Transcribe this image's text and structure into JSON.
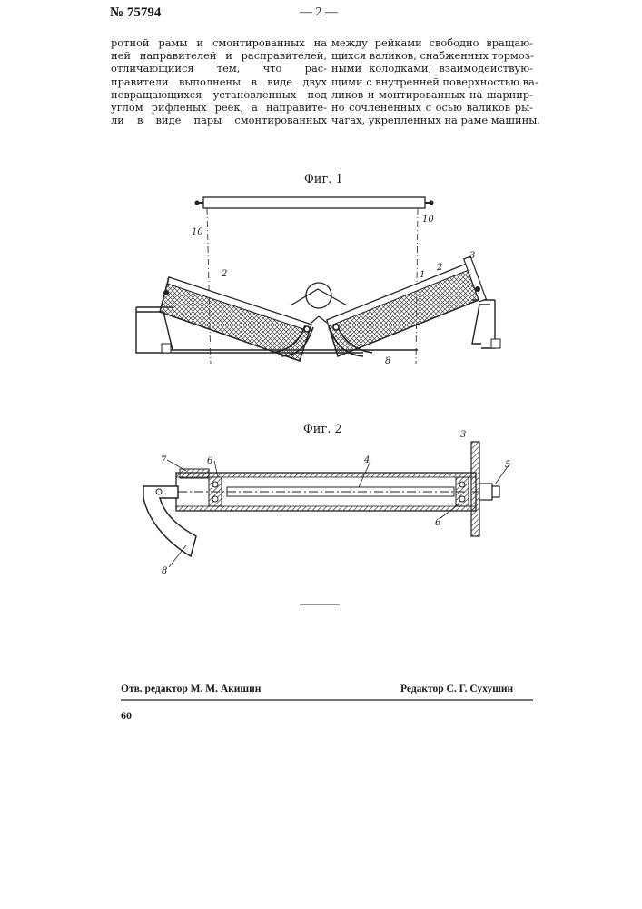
{
  "header": {
    "patent_number": "№ 75794",
    "page_number": "— 2 —"
  },
  "column_left": [
    "ротной рамы и смонтированных на",
    "ней направителей и расправителей,",
    "отличающийся тем, что рас-",
    "правители выполнены в виде двух",
    "невращающихся установленных под",
    "углом рифленых реек, а направите-",
    "ли в виде пары смонтированных"
  ],
  "column_right": [
    "между рейками свободно вращаю-",
    "щихся валиков, снабженных тормоз-",
    "ными колодками, взаимодействую-",
    "щими с внутренней поверхностью ва-",
    "ликов и монтированных на шарнир-",
    "но сочлененных с осью валиков ры-",
    "чагах, укрепленных на раме машины."
  ],
  "figure1": {
    "caption": "Фиг. 1",
    "labels": [
      "10",
      "10",
      "1",
      "2",
      "2",
      "1",
      "3",
      "8"
    ]
  },
  "figure2": {
    "caption": "Фиг. 2",
    "labels": [
      "7",
      "6",
      "4",
      "3",
      "5",
      "6",
      "8"
    ]
  },
  "footer": {
    "editor_left": "Отв. редактор М. М. Акишин",
    "editor_right": "Редактор С. Г. Сухушин",
    "page_num": "60"
  }
}
